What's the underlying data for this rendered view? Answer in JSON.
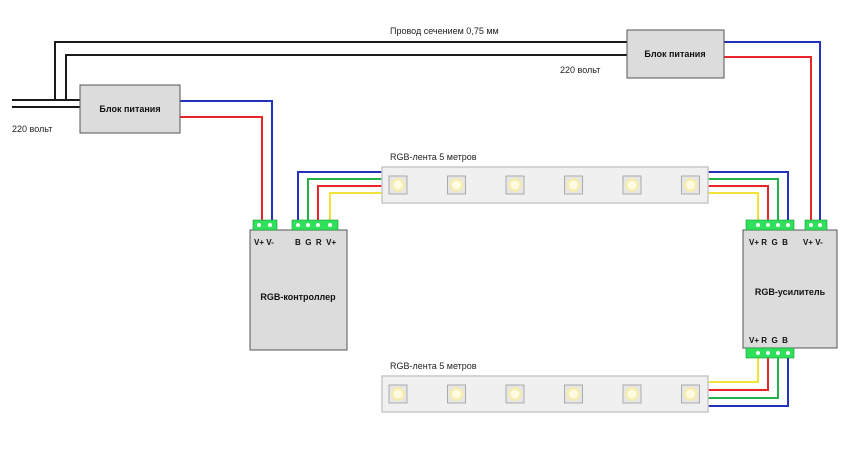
{
  "wire_label": "Провод сечением 0,75 мм",
  "mains_left": "220 вольт",
  "mains_right": "220 вольт",
  "psu_left": {
    "title": "Блок питания"
  },
  "psu_right": {
    "title": "Блок питания"
  },
  "controller": {
    "title": "RGB-контроллер",
    "power_pins": "V+ V-",
    "rgb_pins": "B  G  R  V+"
  },
  "amplifier": {
    "title": "RGB-усилитель",
    "in_pins": "V+ R  G  B",
    "power_pins": "V+ V-",
    "out_pins": "V+ R  G  B"
  },
  "strip_top": {
    "label": "RGB-лента 5 метров",
    "led_count": 6
  },
  "strip_bottom": {
    "label": "RGB-лента 5 метров",
    "led_count": 6
  },
  "colors": {
    "red": "#e8262a",
    "blue": "#2233bb",
    "green": "#22b24a",
    "yellow": "#f2e23a",
    "black": "#1a1a1a",
    "box_fill": "#dcdcdc",
    "connector": "#2ee05a"
  }
}
